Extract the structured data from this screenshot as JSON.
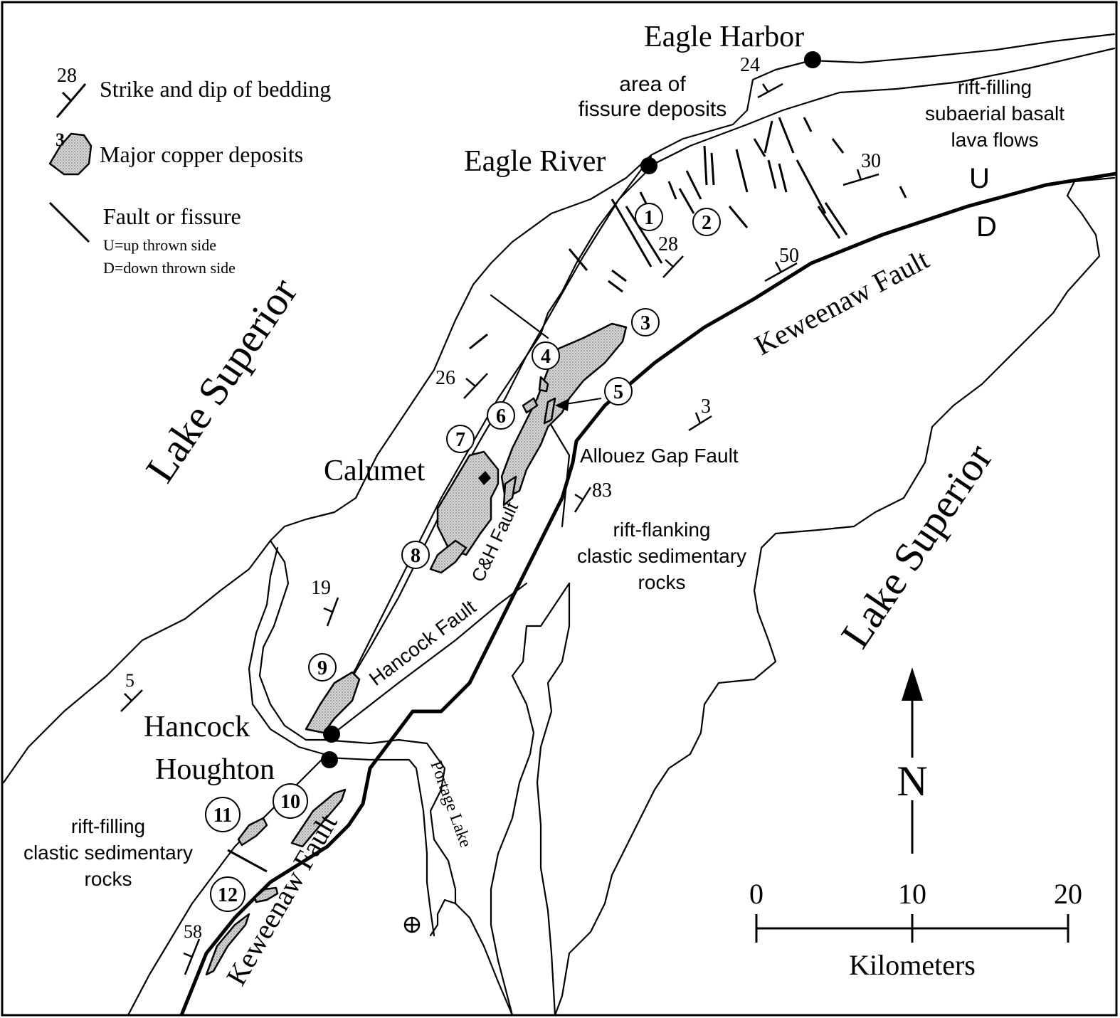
{
  "legend": {
    "strike_dip_value": "28",
    "strike_dip_label": "Strike and dip of bedding",
    "deposit_number": "3",
    "deposit_label": "Major copper deposits",
    "fault_label": "Fault or fissure",
    "fault_up_label": "U=up thrown side",
    "fault_down_label": "D=down thrown side"
  },
  "water": {
    "lake_west": "Lake Superior",
    "lake_east": "Lake Superior",
    "portage_lake": "Portage Lake"
  },
  "places": {
    "eagle_harbor": "Eagle Harbor",
    "eagle_river": "Eagle River",
    "calumet": "Calumet",
    "hancock": "Hancock",
    "houghton": "Houghton"
  },
  "annotations": {
    "fissure_area_line1": "area of",
    "fissure_area_line2": "fissure deposits",
    "rift_basalt_line1": "rift-filling",
    "rift_basalt_line2": "subaerial basalt",
    "rift_basalt_line3": "lava flows",
    "rift_flank_line1": "rift-flanking",
    "rift_flank_line2": "clastic sedimentary",
    "rift_flank_line3": "rocks",
    "rift_fill_line1": "rift-filling",
    "rift_fill_line2": "clastic sedimentary",
    "rift_fill_line3": "rocks",
    "up_side": "U",
    "down_side": "D"
  },
  "faults": {
    "keweenaw_north": "Keweenaw Fault",
    "keweenaw_south": "Keweenaw Fault",
    "allouez_gap": "Allouez Gap Fault",
    "ch_fault": "C&H Fault",
    "hancock_fault": "Hancock Fault"
  },
  "dips": [
    "24",
    "30",
    "28",
    "50",
    "26",
    "3",
    "83",
    "19",
    "5",
    "58"
  ],
  "deposits": [
    "1",
    "2",
    "3",
    "4",
    "5",
    "6",
    "7",
    "8",
    "9",
    "10",
    "11",
    "12"
  ],
  "scale": {
    "tick_0": "0",
    "tick_10": "10",
    "tick_20": "20",
    "unit": "Kilometers"
  },
  "north_arrow": "N",
  "colors": {
    "ink": "#000000",
    "paper": "#ffffff",
    "stipple": "#c8c8c8"
  }
}
